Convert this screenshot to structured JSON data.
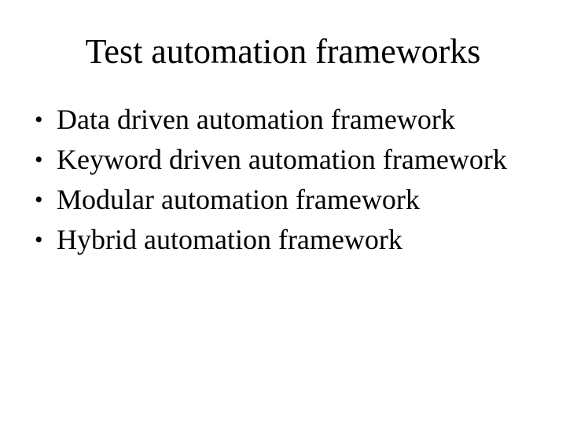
{
  "slide": {
    "title": "Test automation frameworks",
    "bullet_char": "•",
    "bullets": [
      "Data driven automation framework",
      "Keyword driven automation framework",
      "Modular automation framework",
      "Hybrid automation framework"
    ],
    "colors": {
      "background": "#ffffff",
      "text": "#000000"
    }
  }
}
